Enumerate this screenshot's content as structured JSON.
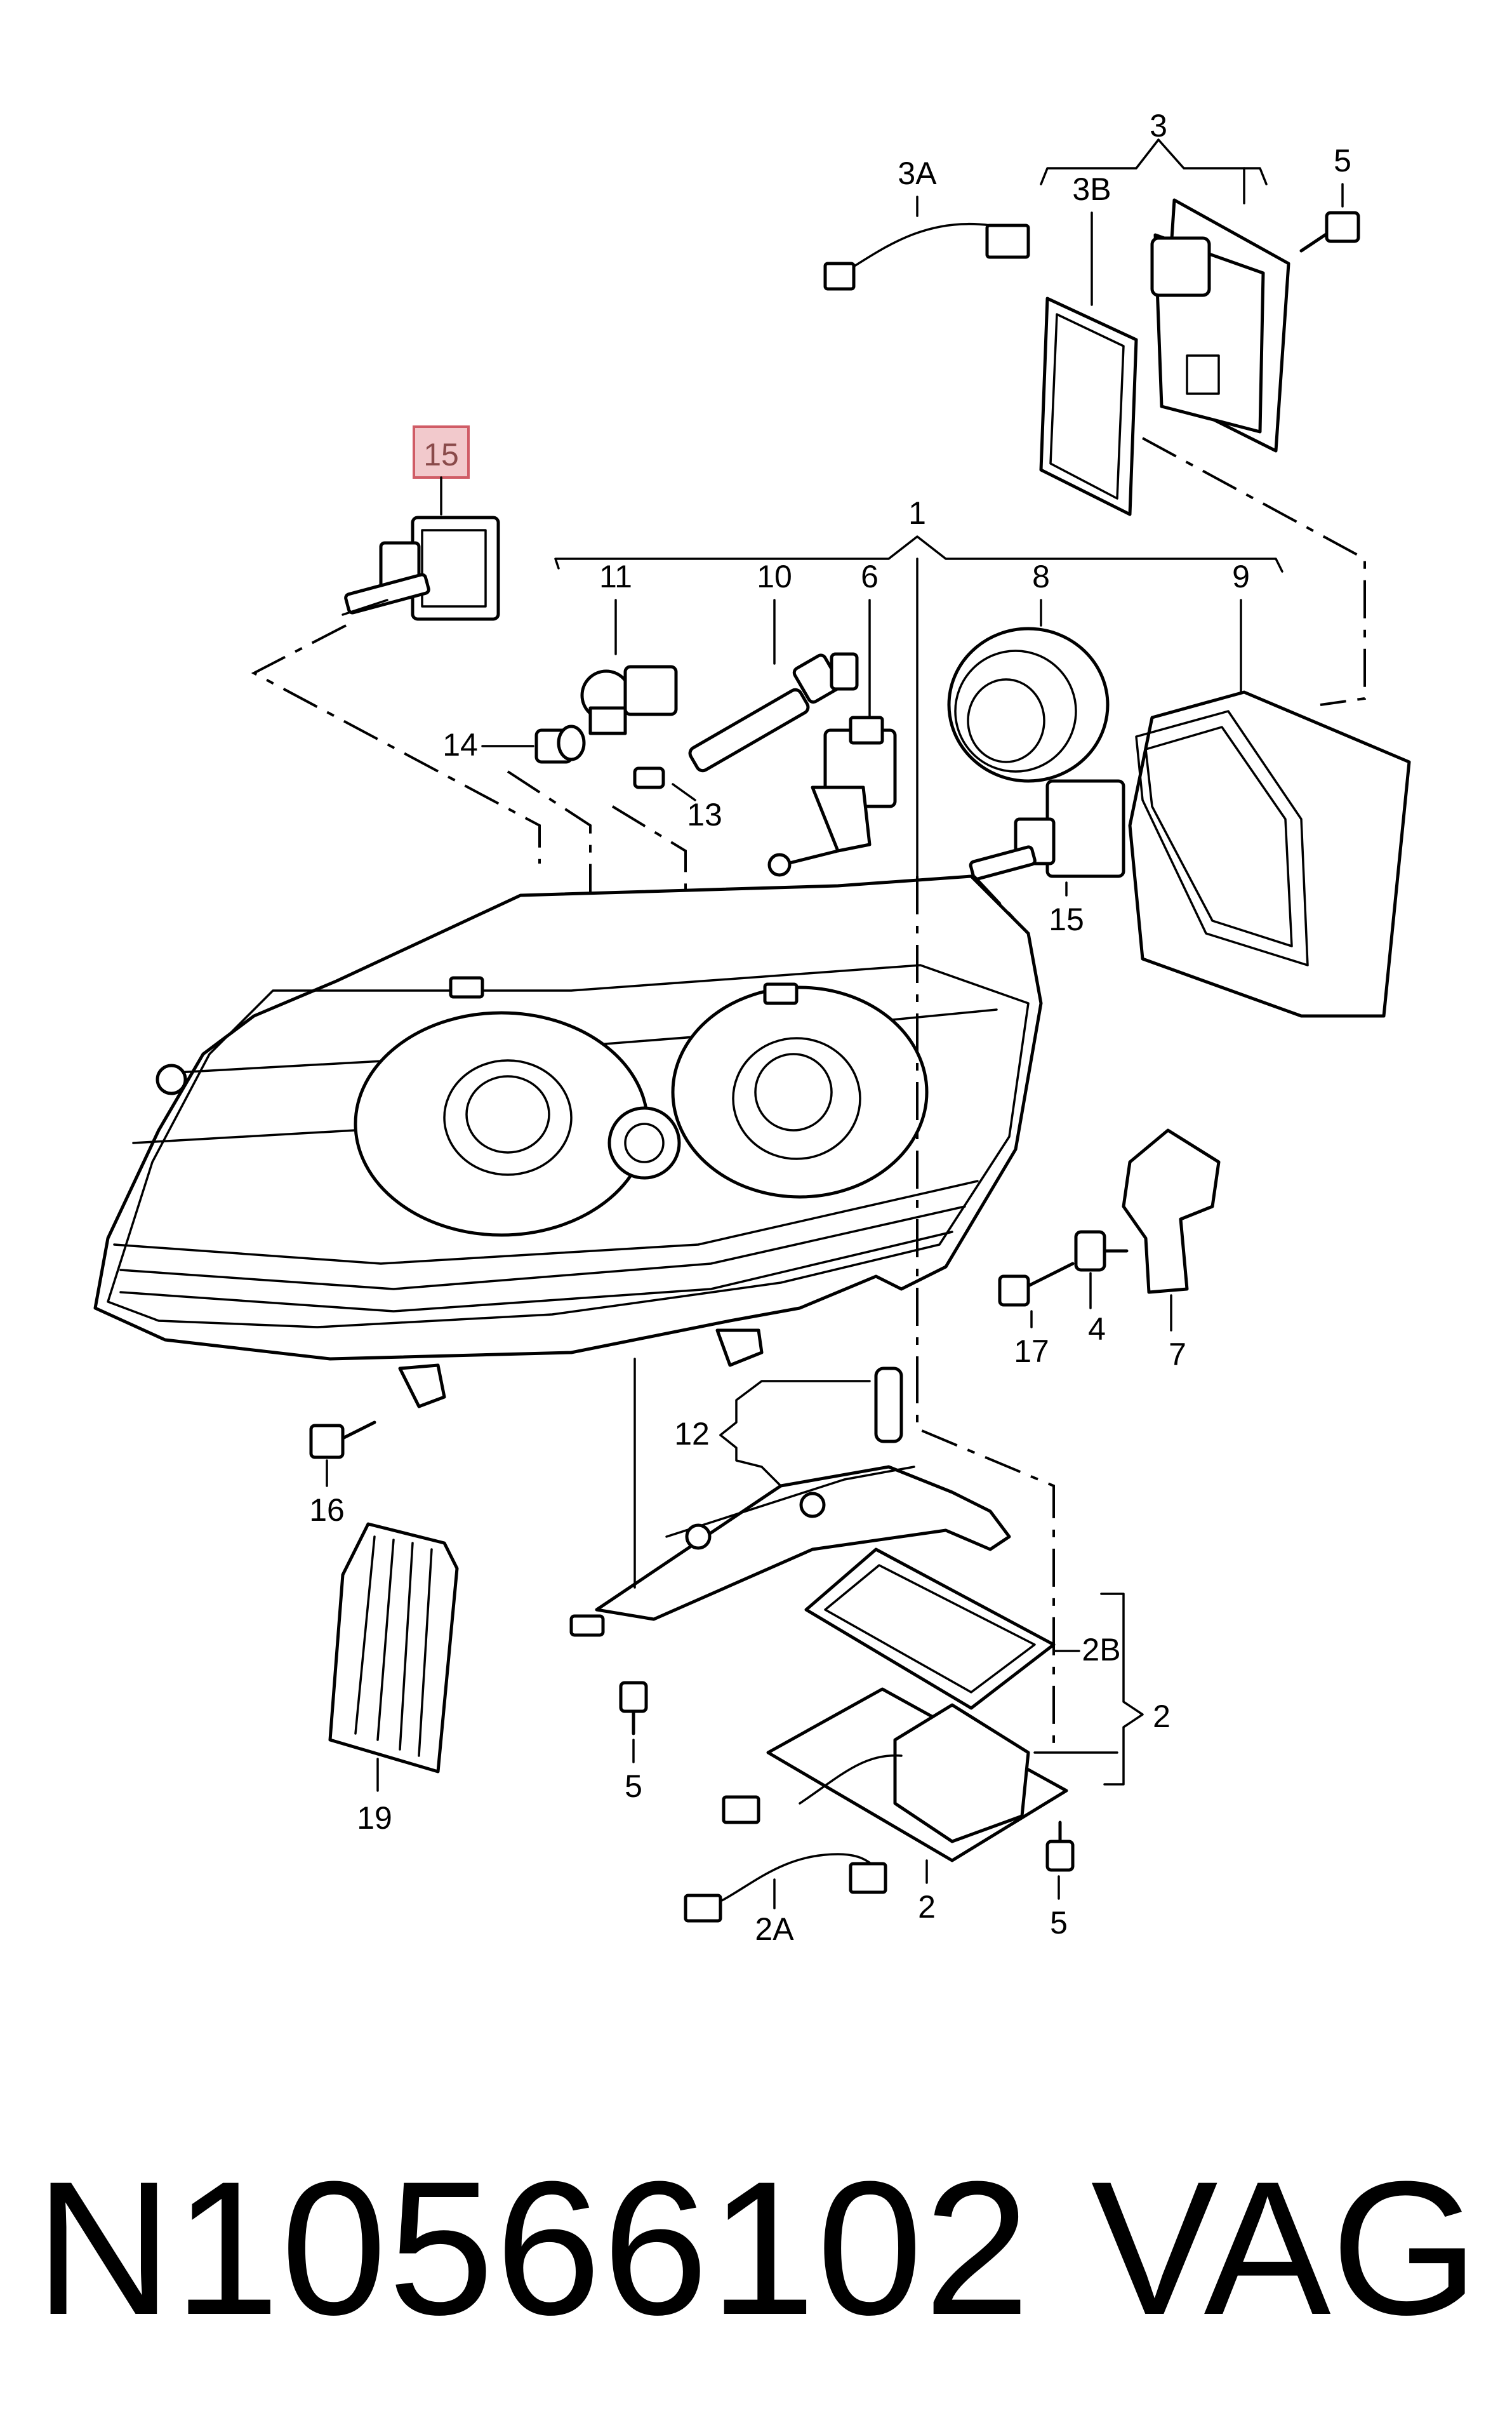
{
  "diagram": {
    "highlighted_label": "15",
    "labels": {
      "p1": "1",
      "p2": "2",
      "p2_lower": "2",
      "p2A": "2A",
      "p2B": "2B",
      "p3": "3",
      "p3A": "3A",
      "p3B": "3B",
      "p4": "4",
      "p5_top": "5",
      "p5_mid": "5",
      "p5_bottom": "5",
      "p6": "6",
      "p7": "7",
      "p8": "8",
      "p9": "9",
      "p10": "10",
      "p11": "11",
      "p12": "12",
      "p13": "13",
      "p14": "14",
      "p15_right": "15",
      "p16": "16",
      "p17": "17",
      "p19": "19"
    },
    "highlight_color": "#f2c9cc"
  },
  "footer": {
    "part_number": "N10566102",
    "brand": "VAG"
  }
}
